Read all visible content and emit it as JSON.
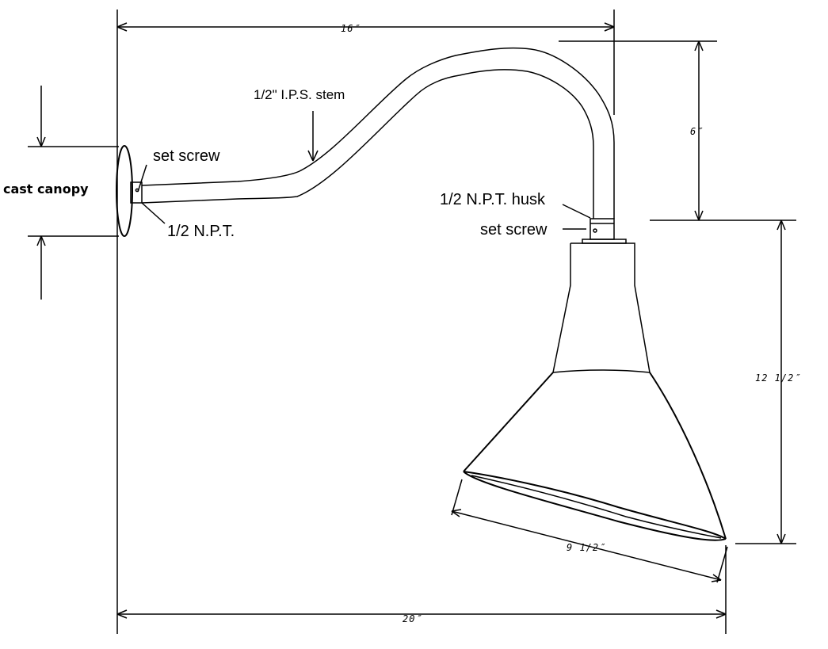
{
  "labels": {
    "cast_canopy": "cast canopy",
    "set_screw_top": "set screw",
    "npt_half": "1/2 N.P.T.",
    "ips_stem": "1/2\" I.P.S. stem",
    "npt_husk": "1/2 N.P.T. husk",
    "set_screw_husk": "set screw"
  },
  "dimensions": {
    "width_arm": "16″",
    "drop_arm": "6″",
    "height_shade": "12  1/2″",
    "shade_diameter": "9  1/2″",
    "overall_width": "20″"
  },
  "colors": {
    "line": "#000000",
    "background": "#ffffff"
  }
}
